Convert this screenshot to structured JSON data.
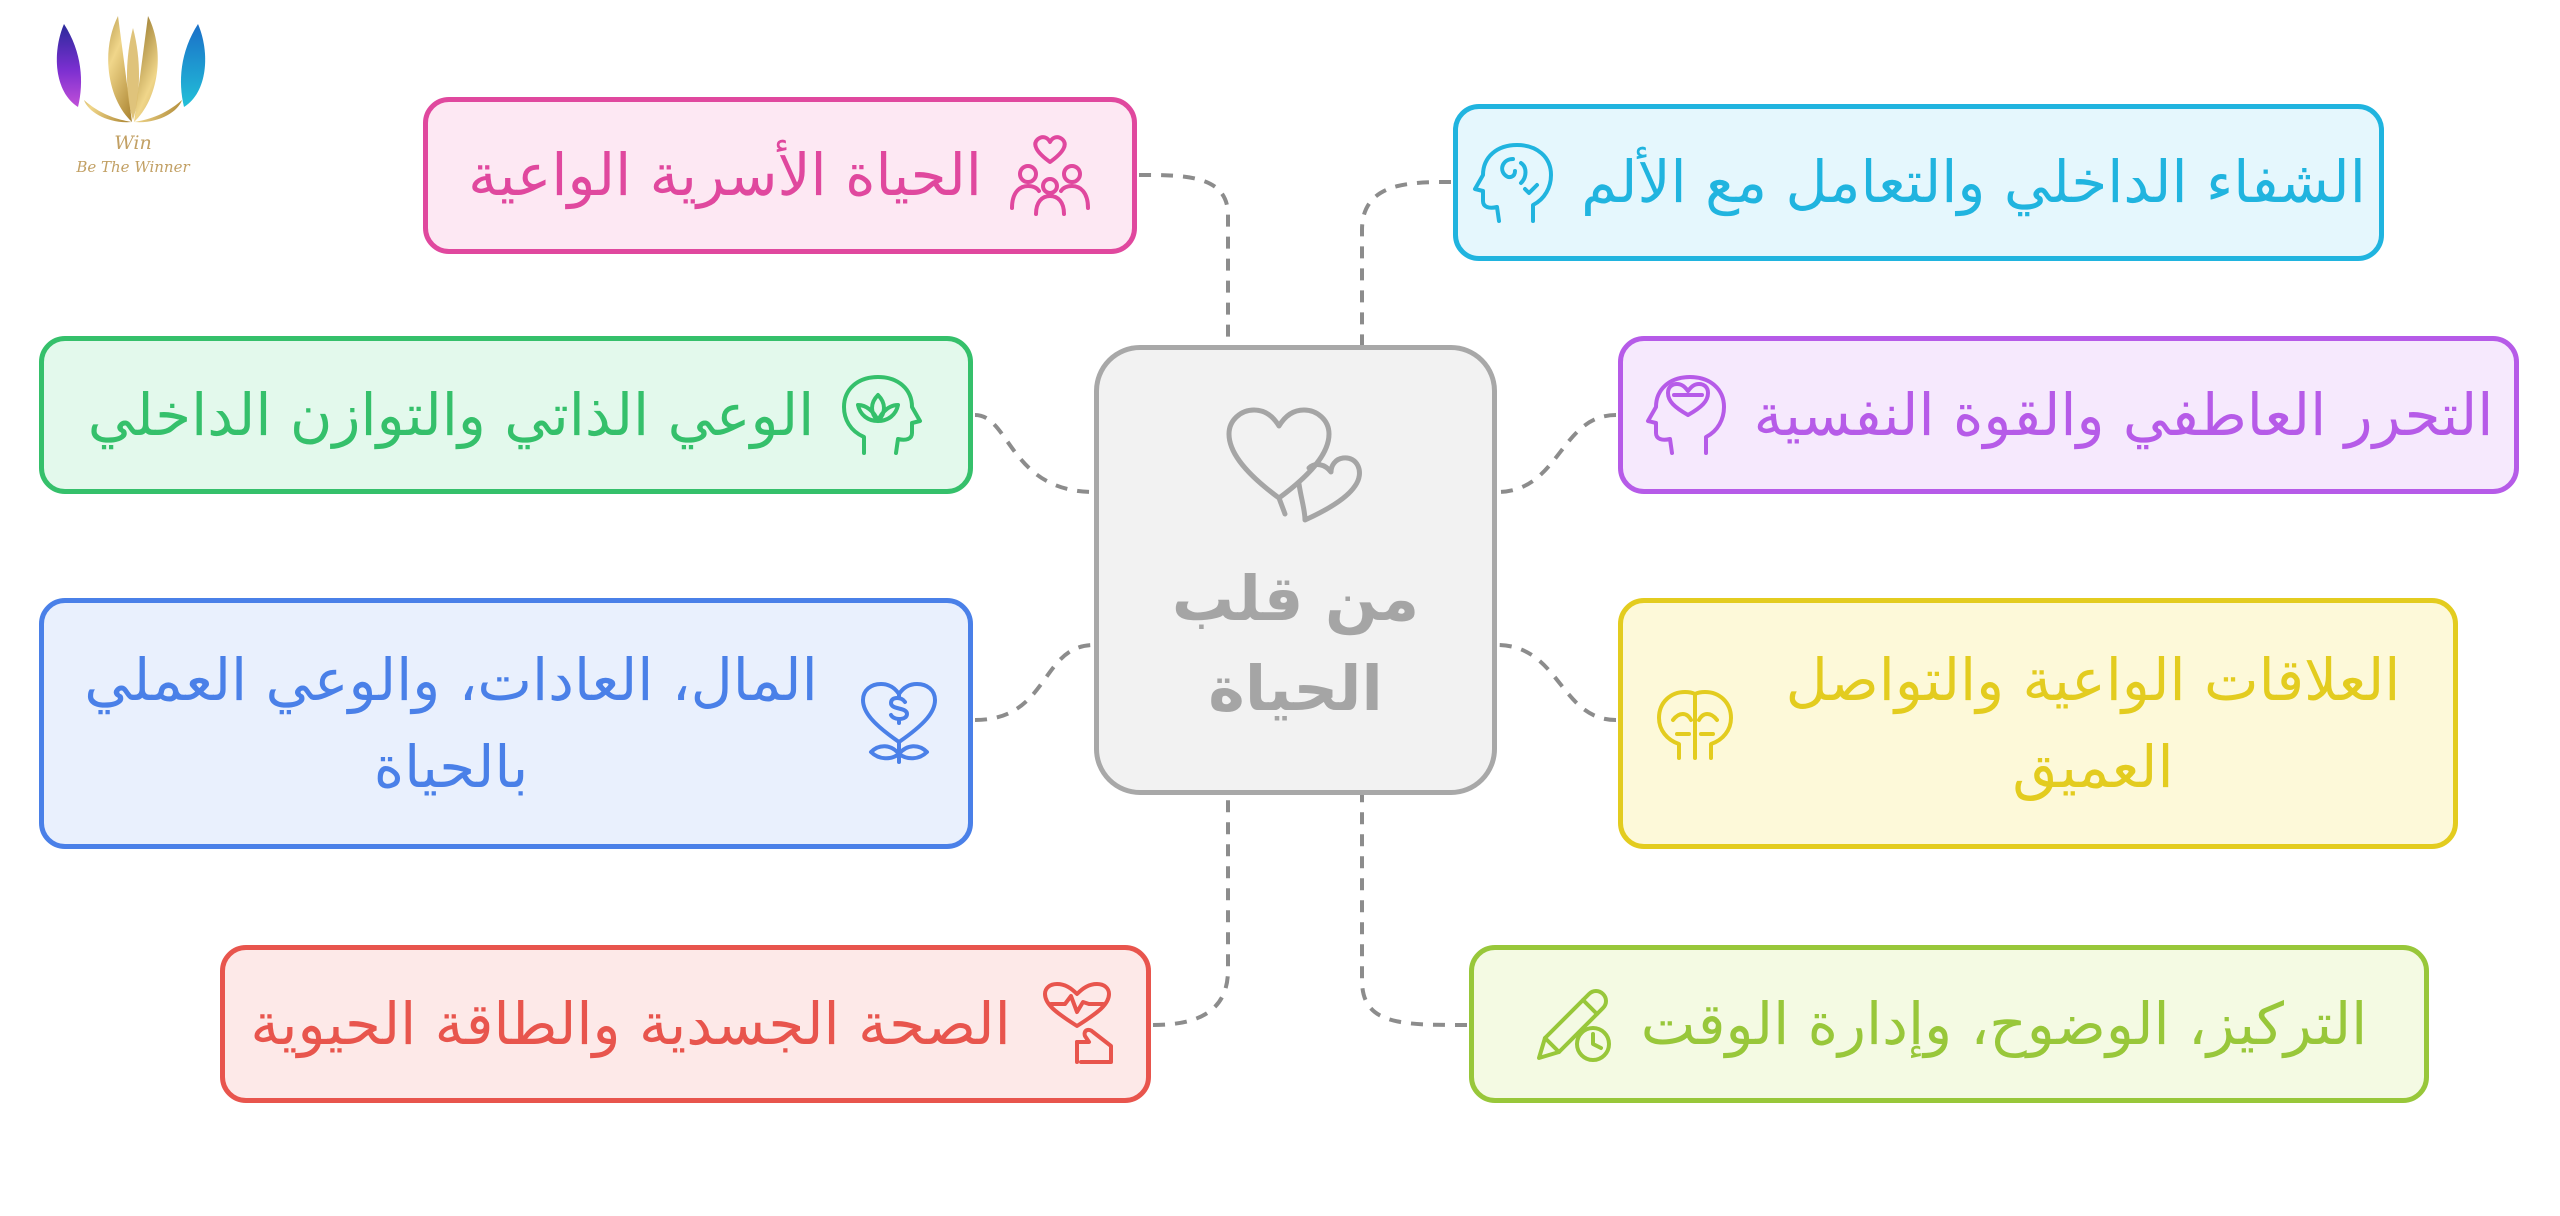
{
  "logo": {
    "line1": "Win",
    "line2": "Be The Winner",
    "colors": {
      "purple": "#7b2fd0",
      "gold": "#c9a24a",
      "teal": "#1aa0c8"
    }
  },
  "center": {
    "line1": "من قلب",
    "line2": "الحياة",
    "icon": "two-hearts-icon",
    "colors": {
      "border": "#a8a8a8",
      "fill": "#f2f2f2",
      "text": "#a5a5a5"
    }
  },
  "nodes": [
    {
      "id": "family",
      "label": "الحياة الأسرية الواعية",
      "icon": "family-heart-icon",
      "color": "#e0489e",
      "fill": "#fde8f3"
    },
    {
      "id": "awareness",
      "label": "الوعي الذاتي والتوازن الداخلي",
      "icon": "mind-lotus-icon",
      "color": "#35c06b",
      "fill": "#e3f9ec"
    },
    {
      "id": "money",
      "label": "المال، العادات، والوعي العملي بالحياة",
      "icon": "money-heart-hands-icon",
      "color": "#4a80e8",
      "fill": "#e9f0fd"
    },
    {
      "id": "health",
      "label": "الصحة الجسدية والطاقة الحيوية",
      "icon": "heartbeat-hand-icon",
      "color": "#e8554d",
      "fill": "#fde9e8"
    },
    {
      "id": "healing",
      "label": "الشفاء الداخلي والتعامل مع الألم",
      "icon": "healing-head-icon",
      "color": "#20b4df",
      "fill": "#e5f7fd"
    },
    {
      "id": "liberation",
      "label": "التحرر العاطفي والقوة النفسية",
      "icon": "heart-head-icon",
      "color": "#b65be8",
      "fill": "#f6e9fd"
    },
    {
      "id": "relations",
      "label": "العلاقات الواعية والتواصل العميق",
      "icon": "connected-heads-icon",
      "color": "#e3cc1f",
      "fill": "#fdf9d9"
    },
    {
      "id": "focus",
      "label": "التركيز، الوضوح، وإدارة الوقت",
      "icon": "pen-clock-icon",
      "color": "#98c73a",
      "fill": "#f4fae3"
    }
  ]
}
